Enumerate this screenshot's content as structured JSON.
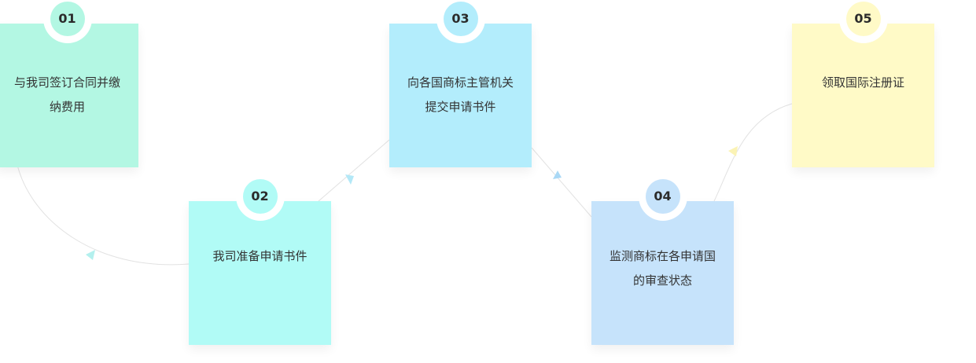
{
  "steps": [
    {
      "number": "01",
      "lines": [
        "与我司签订合同并缴",
        "纳费用"
      ],
      "color": "#b3f7e3"
    },
    {
      "number": "02",
      "lines": [
        "我司准备申请书件"
      ],
      "color": "#b1fbf6"
    },
    {
      "number": "03",
      "lines": [
        "向各国商标主管机关",
        "提交申请书件"
      ],
      "color": "#b3edfc"
    },
    {
      "number": "04",
      "lines": [
        "监测商标在各申请国",
        "的审查状态"
      ],
      "color": "#c6e3fb"
    },
    {
      "number": "05",
      "lines": [
        "领取国际注册证"
      ],
      "color": "#fffac7"
    }
  ]
}
